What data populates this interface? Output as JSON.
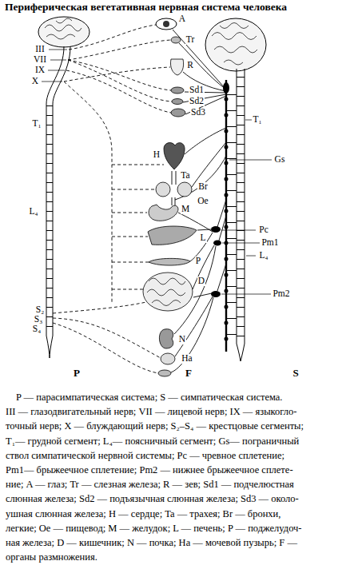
{
  "diagram": {
    "title": "Периферическая вегетативная нервная система человека",
    "labels": [
      "III",
      "VII",
      "IX",
      "X",
      "A",
      "Tr",
      "R",
      "Sd1",
      "Sd2",
      "Sd3",
      "T₁",
      "T₁",
      "H",
      "Ta",
      "Br",
      "Oe",
      "Gs",
      "M",
      "Pc",
      "L",
      "Pm1",
      "L₄",
      "P",
      "L₄",
      "D",
      "Pm2",
      "S₂",
      "S₃",
      "S₄",
      "N",
      "Ha",
      "P",
      "F",
      "S",
      "P — парасимпатическая система; S — симпатическая система.",
      "III — глазодвигательный нерв; VII — лицевой нерв; IX — языкогло-",
      "точный нерв; X — блуждающий нерв; S₂–S₄ — крестцовые сегменты;",
      "T₁— грудной сегмент; L₄— поясничный сегмент; Gs— пограничный",
      "ствол симпатической нервной системы; Pc — чревное сплетение;",
      "Pm1— брыжеечное сплетение; Pm2 — нижнее брыжеечное сплете-",
      "ние; A — глаз; Tr — слезная железа; R — зев; Sd1 — подчелюстная",
      "слюнная железа; Sd2 — подъязычная слюнная железа; Sd3 — около-",
      "ушная слюнная железа; H — сердце; Ta — трахея; Br — бронхи,",
      "легкие; Oe — пищевод; M — желудок; L — печень; P — поджелудоч-",
      "ная железа; D — кишечник; N — почка; Ha — мочевой пузырь; F —",
      "органы размножения."
    ]
  }
}
